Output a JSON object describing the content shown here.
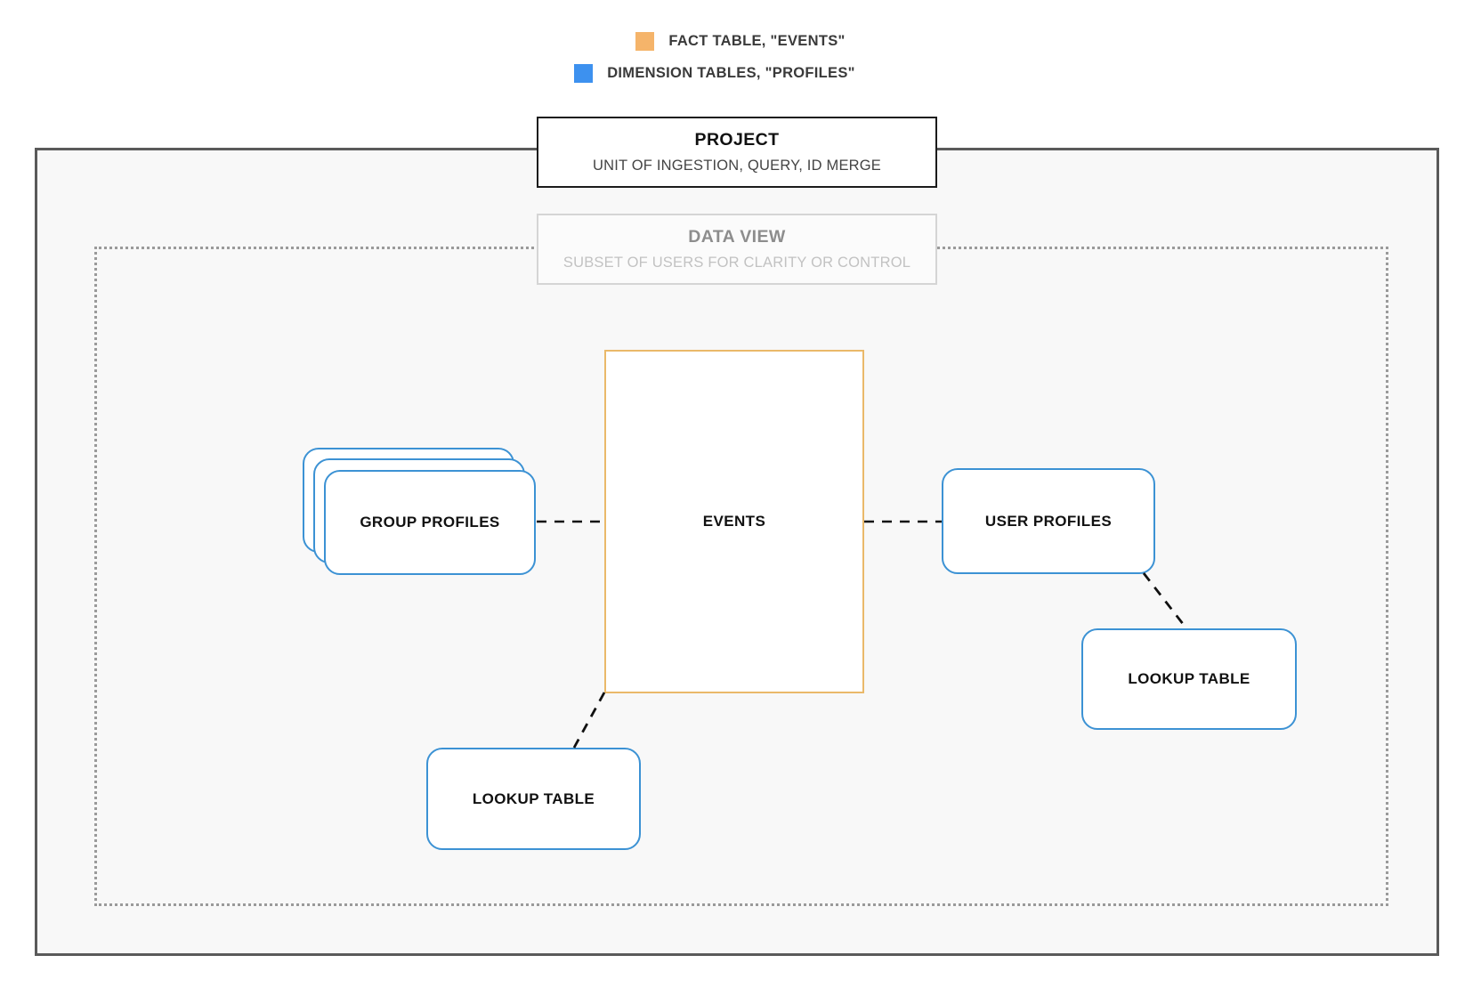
{
  "legend": {
    "items": [
      {
        "label": "FACT TABLE, \"EVENTS\"",
        "color": "#f5b46a",
        "icon": "orange-square-swatch"
      },
      {
        "label": "DIMENSION TABLES, \"PROFILES\"",
        "color": "#3d91ef",
        "icon": "blue-square-swatch"
      }
    ]
  },
  "project": {
    "title": "PROJECT",
    "subtitle": "UNIT OF INGESTION, QUERY, ID MERGE",
    "border_color": "#1b1b1b"
  },
  "data_view": {
    "title": "DATA VIEW",
    "subtitle": "SUBSET OF USERS FOR CLARITY OR CONTROL",
    "border_color": "#d5d5d5"
  },
  "fact_table": {
    "label": "EVENTS",
    "color": "#eab96a"
  },
  "dimension_tables": {
    "color": "#3c92d4",
    "group_profiles": {
      "label": "GROUP PROFILES",
      "stack_count": 3
    },
    "user_profiles": {
      "label": "USER PROFILES"
    },
    "lookup_table_left": {
      "label": "LOOKUP TABLE"
    },
    "lookup_table_right": {
      "label": "LOOKUP TABLE"
    }
  },
  "connectors": {
    "style": "dashed",
    "color": "#111111",
    "links": [
      {
        "from": "GROUP PROFILES",
        "to": "EVENTS"
      },
      {
        "from": "EVENTS",
        "to": "USER PROFILES"
      },
      {
        "from": "EVENTS",
        "to": "LOOKUP TABLE"
      },
      {
        "from": "USER PROFILES",
        "to": "LOOKUP TABLE"
      }
    ]
  }
}
